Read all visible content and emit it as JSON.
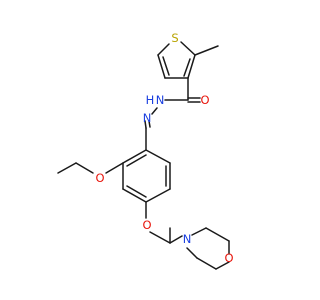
{
  "molecule": {
    "atoms": [
      {
        "id": "S1",
        "label": "S",
        "color": "#b8a400"
      },
      {
        "id": "O1",
        "label": "O",
        "color": "#e8150c"
      },
      {
        "id": "N1",
        "label": "N",
        "color": "#1a3fe0"
      },
      {
        "id": "N2",
        "label": "N",
        "color": "#1a3fe0"
      },
      {
        "id": "H1",
        "label": "H",
        "color": "#1a3fe0"
      },
      {
        "id": "O2",
        "label": "O",
        "color": "#e8150c"
      },
      {
        "id": "O3",
        "label": "O",
        "color": "#e8150c"
      },
      {
        "id": "N3",
        "label": "N",
        "color": "#1a3fe0"
      },
      {
        "id": "O4",
        "label": "O",
        "color": "#e8150c"
      }
    ],
    "bond_color": "#1a1a1a"
  }
}
